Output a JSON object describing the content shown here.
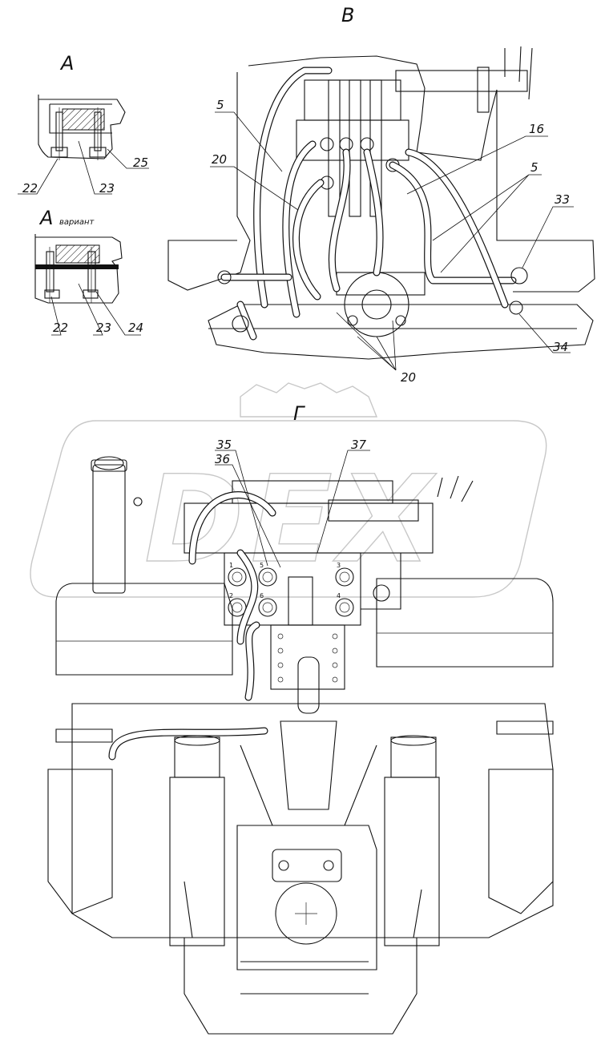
{
  "views": {
    "a_title": "А",
    "a_variant_title": "А",
    "a_variant_note": "вариант",
    "v_title": "В",
    "g_title": "Г"
  },
  "labels": {
    "a": [
      "22",
      "23",
      "25"
    ],
    "a_variant": [
      "22",
      "23",
      "24"
    ],
    "v": [
      "5",
      "20",
      "16",
      "5",
      "33",
      "34",
      "20"
    ],
    "g": [
      "35",
      "36",
      "37"
    ]
  },
  "valve_ports": [
    "1",
    "5",
    "3",
    "2",
    "6",
    "4"
  ],
  "watermark": "DEX"
}
